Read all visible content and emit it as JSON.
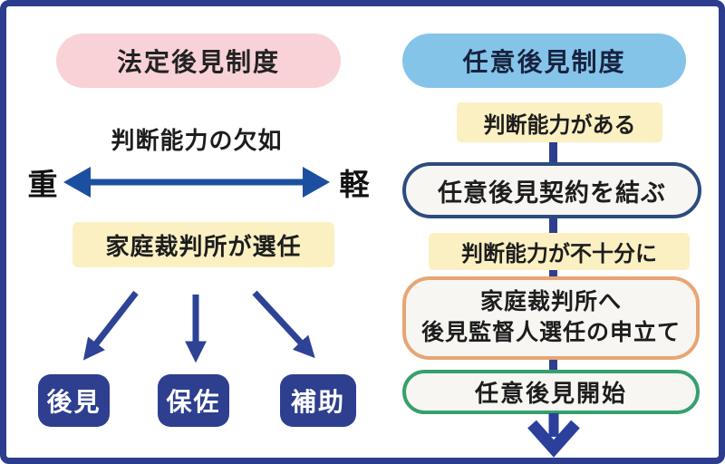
{
  "colors": {
    "frame_navy": "#2c3c8e",
    "pink_header": "#f9d2d7",
    "blue_header": "#85c4e9",
    "yellow_box": "#fbf0c2",
    "navy_box_fill": "#2e3f8f",
    "axis_arrow_blue": "#1c4f9f",
    "branch_arrow_navy": "#2e4396",
    "navy_outline": "#2d4b7e",
    "orange_outline": "#e8a572",
    "green_outline": "#35a06d",
    "outline_box_fill": "#f7f6f2"
  },
  "left_column": {
    "header": "法定後見制度",
    "capacity_label": "判断能力の欠如",
    "axis_heavy": "重",
    "axis_light": "軽",
    "court_box": "家庭裁判所が選任",
    "guardian_types": [
      {
        "label": "後見"
      },
      {
        "label": "保佐"
      },
      {
        "label": "補助"
      }
    ]
  },
  "right_column": {
    "header": "任意後見制度",
    "step_capacity": "判断能力がある",
    "step_contract": "任意後見契約を結ぶ",
    "step_insufficient": "判断能力が不十分に",
    "step_court_lines": [
      "家庭裁判所へ",
      "後見監督人選任の申立て"
    ],
    "step_start": "任意後見開始"
  }
}
